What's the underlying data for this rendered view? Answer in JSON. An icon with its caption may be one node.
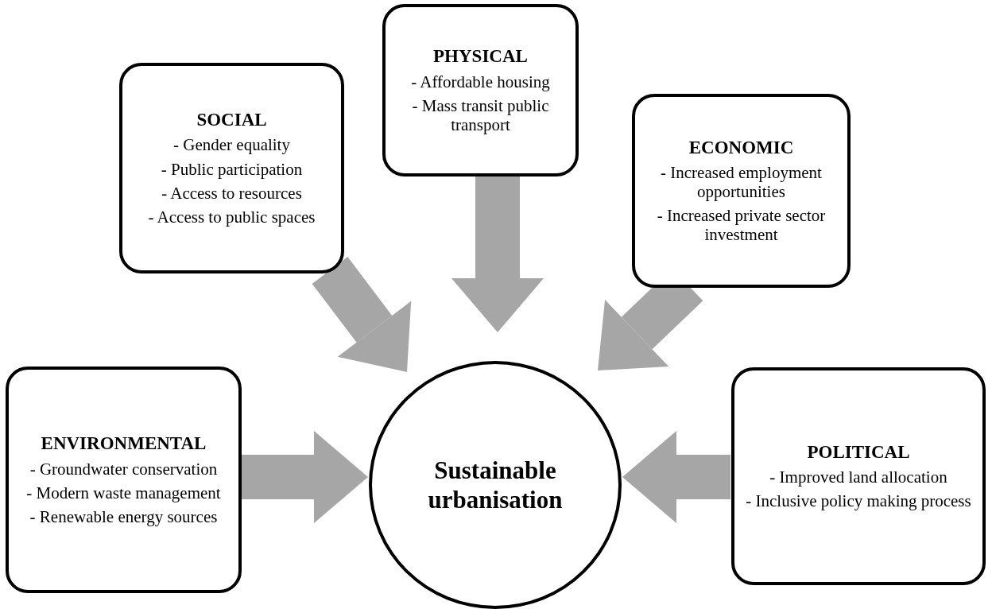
{
  "diagram": {
    "nodes": [
      {
        "text": [
          "PHYSICAL",
          "- Affordable housing",
          "- Mass transit public transport"
        ]
      },
      {
        "text": [
          "SOCIAL",
          "- Gender equality",
          "- Public participation",
          "- Access to resources",
          "- Access to public spaces"
        ]
      },
      {
        "text": [
          "ECONOMIC",
          "- Increased employment opportunities",
          "- Increased private sector investment"
        ]
      },
      {
        "text": [
          "ENVIRONMENTAL",
          "- Groundwater conservation",
          "- Modern waste management",
          "- Renewable energy sources"
        ]
      },
      {
        "text": [
          "Sustainable urbanisation"
        ]
      },
      {
        "text": [
          "POLITICAL",
          "- Improved land allocation",
          "- Inclusive policy making process"
        ]
      }
    ],
    "edges": [
      {
        "from": 0,
        "to": 4,
        "arrow": "to"
      },
      {
        "from": 1,
        "to": 4,
        "arrow": "to"
      },
      {
        "from": 2,
        "to": 4,
        "arrow": "to"
      },
      {
        "from": 3,
        "to": 4,
        "arrow": "to"
      },
      {
        "from": 5,
        "to": 4,
        "arrow": "to"
      }
    ]
  }
}
